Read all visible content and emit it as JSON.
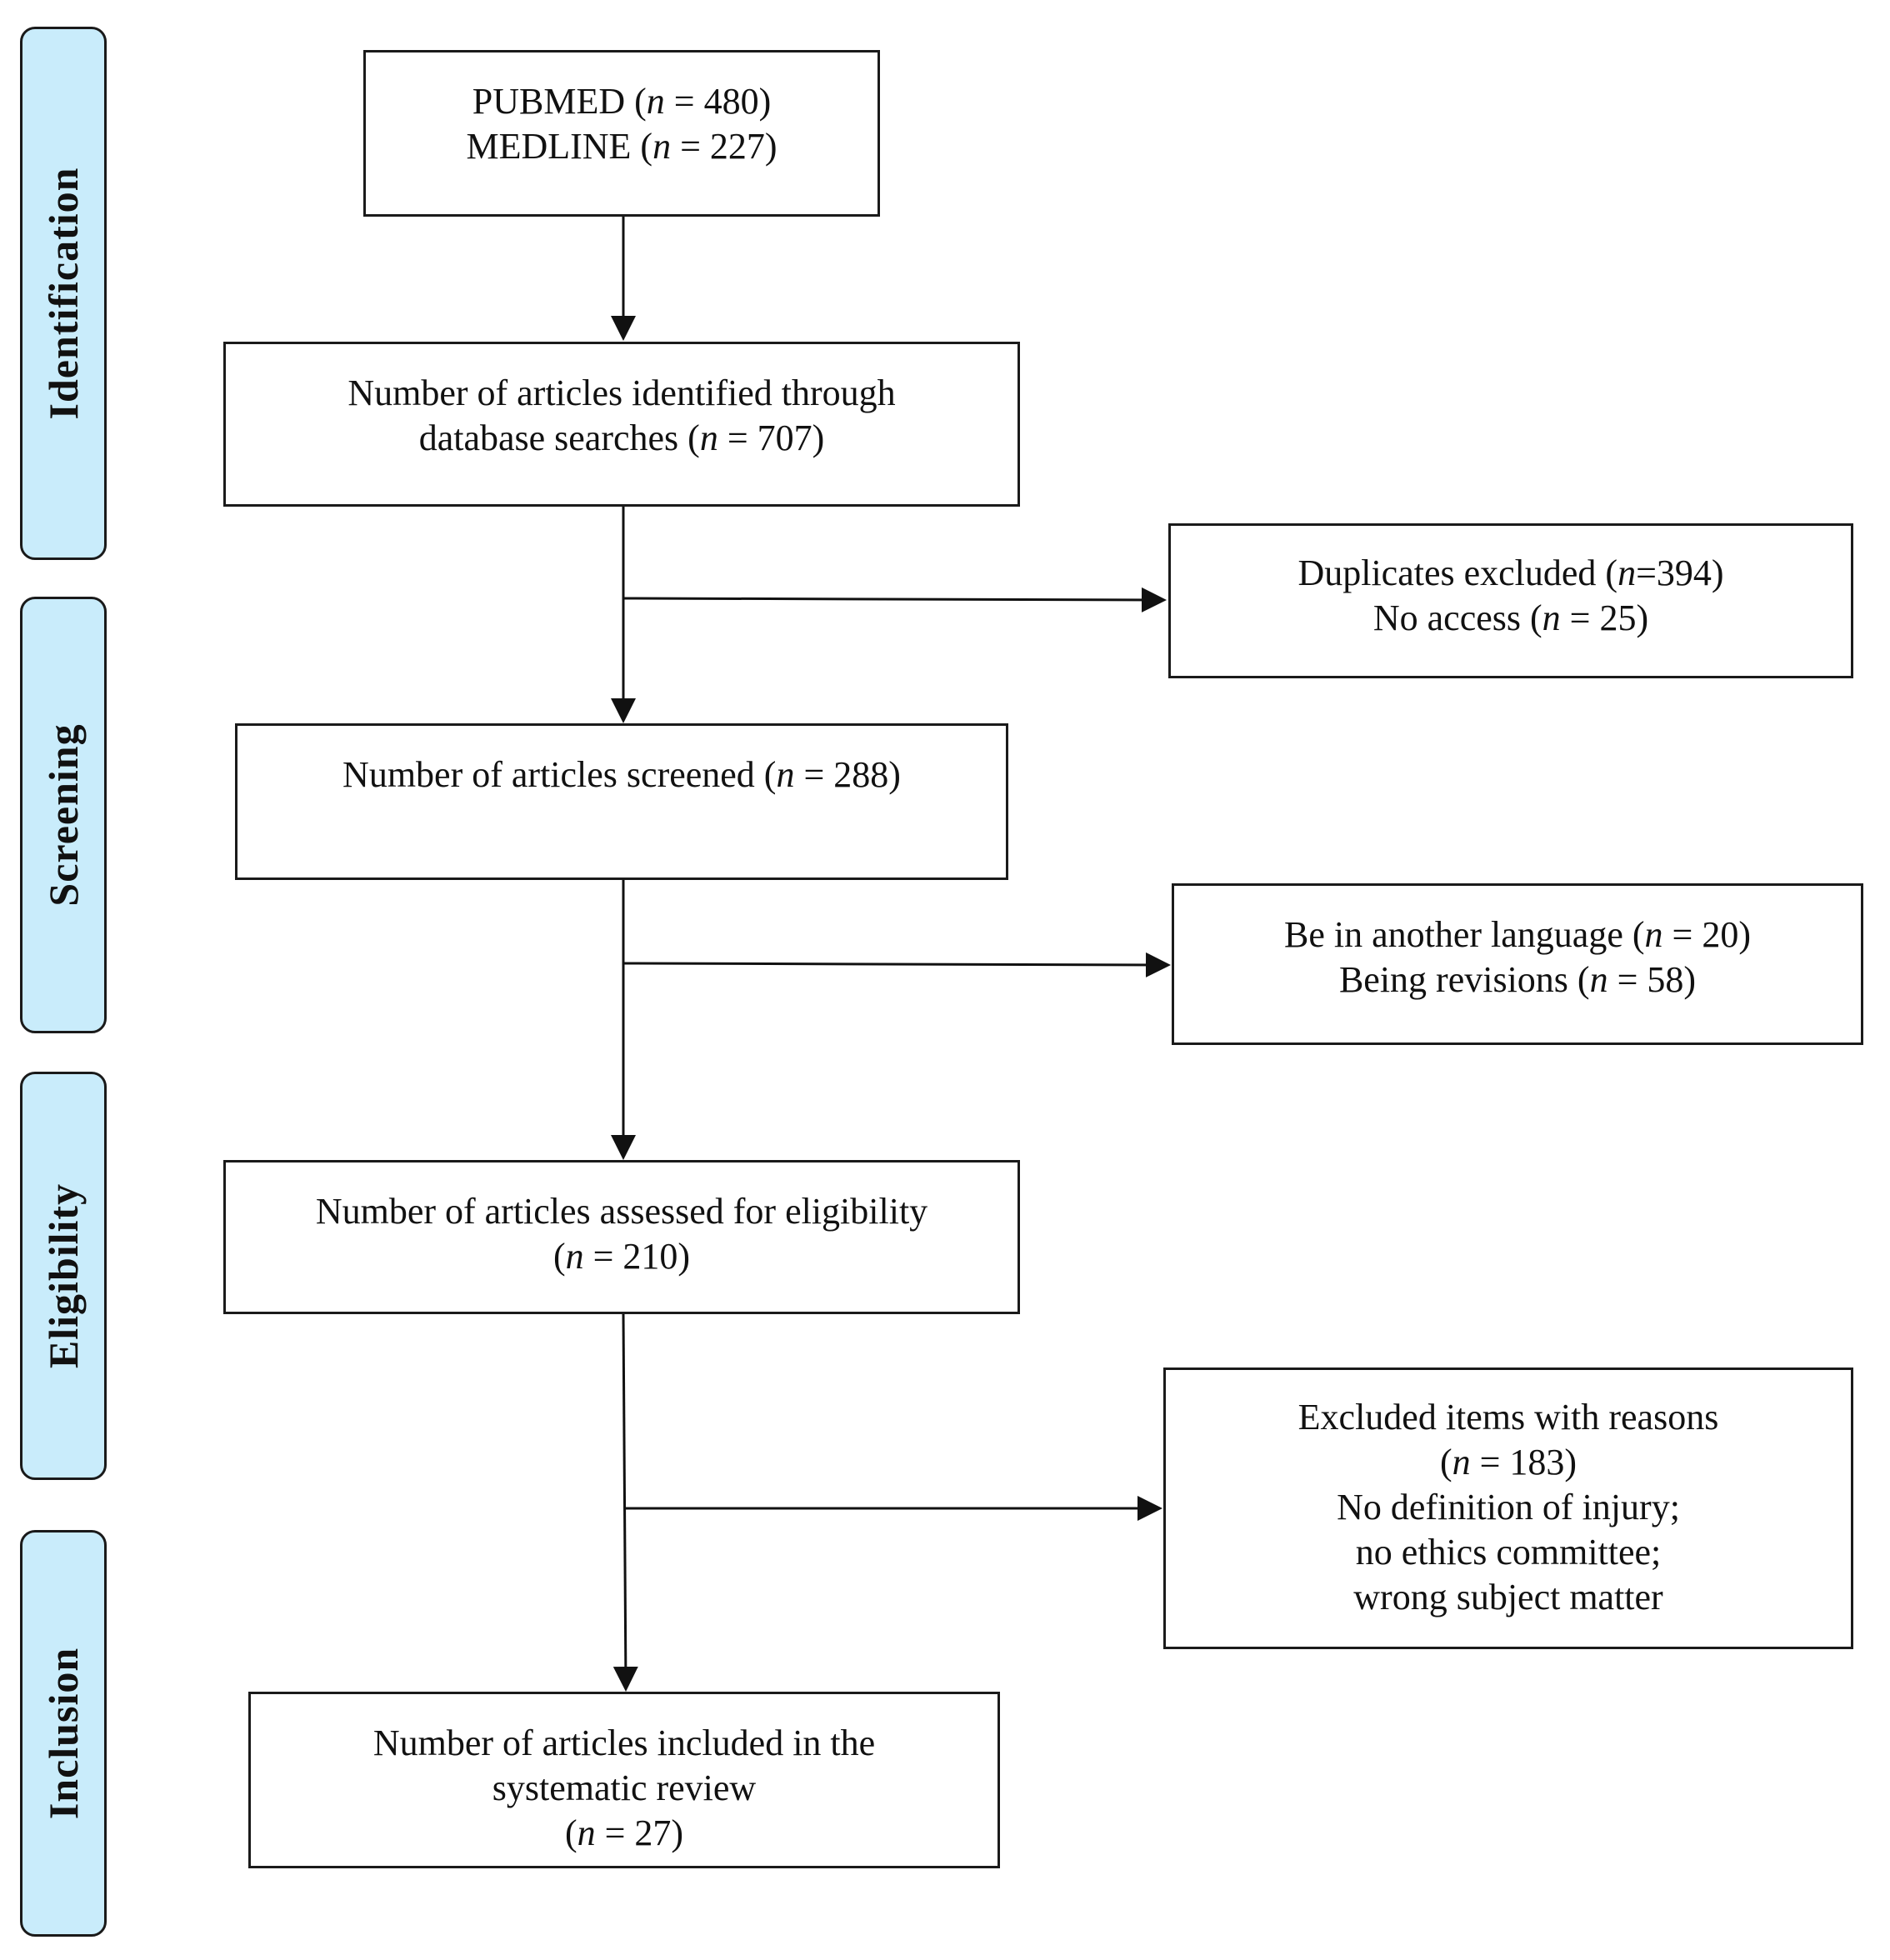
{
  "phases": [
    {
      "id": "identification",
      "label": "Identification"
    },
    {
      "id": "screening",
      "label": "Screening"
    },
    {
      "id": "eligibility",
      "label": "Eligibility"
    },
    {
      "id": "inclusion",
      "label": "Inclusion"
    }
  ],
  "boxes": {
    "databases": {
      "lines": [
        [
          {
            "t": "PUBMED ("
          },
          {
            "t": "n",
            "i": true
          },
          {
            "t": " = 480)"
          }
        ],
        [
          {
            "t": "MEDLINE ("
          },
          {
            "t": "n",
            "i": true
          },
          {
            "t": " = 227)"
          }
        ]
      ]
    },
    "identified": {
      "lines": [
        [
          {
            "t": "Number of articles identified through"
          }
        ],
        [
          {
            "t": "database searches ("
          },
          {
            "t": "n",
            "i": true
          },
          {
            "t": " = 707)"
          }
        ]
      ]
    },
    "duplicates": {
      "lines": [
        [
          {
            "t": "Duplicates excluded ("
          },
          {
            "t": "n",
            "i": true
          },
          {
            "t": "=394)"
          }
        ],
        [
          {
            "t": "No access ("
          },
          {
            "t": "n",
            "i": true
          },
          {
            "t": " = 25)"
          }
        ]
      ]
    },
    "screened": {
      "lines": [
        [
          {
            "t": "Number of articles screened ("
          },
          {
            "t": "n",
            "i": true
          },
          {
            "t": " = 288)"
          }
        ]
      ]
    },
    "language": {
      "lines": [
        [
          {
            "t": "Be in another language ("
          },
          {
            "t": "n",
            "i": true
          },
          {
            "t": " = 20)"
          }
        ],
        [
          {
            "t": "Being revisions ("
          },
          {
            "t": "n",
            "i": true
          },
          {
            "t": " = 58)"
          }
        ]
      ]
    },
    "eligibility": {
      "lines": [
        [
          {
            "t": "Number of articles assessed for eligibility"
          }
        ],
        [
          {
            "t": "("
          },
          {
            "t": "n",
            "i": true
          },
          {
            "t": " = 210)"
          }
        ]
      ]
    },
    "excluded": {
      "lines": [
        [
          {
            "t": "Excluded items with reasons"
          }
        ],
        [
          {
            "t": "("
          },
          {
            "t": "n",
            "i": true
          },
          {
            "t": " = 183)"
          }
        ],
        [
          {
            "t": "No definition of injury;"
          }
        ],
        [
          {
            "t": "no ethics committee;"
          }
        ],
        [
          {
            "t": "wrong subject matter"
          }
        ]
      ]
    },
    "included": {
      "lines": [
        [
          {
            "t": "Number of articles included in the"
          }
        ],
        [
          {
            "t": "systematic review"
          }
        ],
        [
          {
            "t": "("
          },
          {
            "t": "n",
            "i": true
          },
          {
            "t": " = 27)"
          }
        ]
      ]
    }
  }
}
